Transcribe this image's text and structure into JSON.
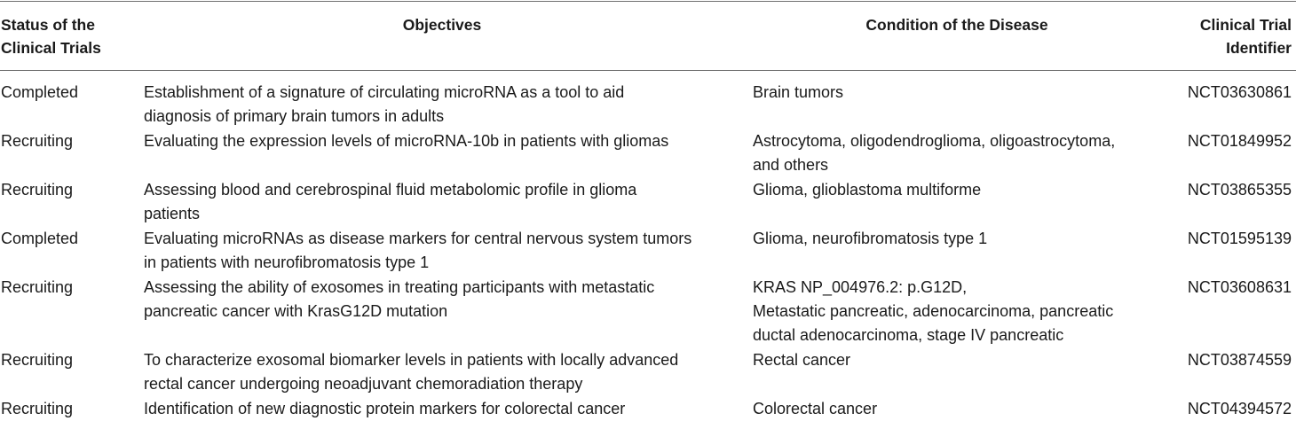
{
  "table": {
    "headers": [
      "Status of the\nClinical Trials",
      "Objectives",
      "Condition of the Disease",
      "Clinical Trial\nIdentifier"
    ],
    "rows": [
      {
        "status": "Completed",
        "objective": "Establishment of a signature of circulating microRNA as a tool to aid\ndiagnosis of primary brain tumors in adults",
        "condition": "Brain tumors",
        "identifier": "NCT03630861"
      },
      {
        "status": "Recruiting",
        "objective": "Evaluating the expression levels of microRNA-10b in patients with gliomas",
        "condition": "Astrocytoma, oligodendroglioma, oligoastrocytoma,\nand others",
        "identifier": "NCT01849952"
      },
      {
        "status": "Recruiting",
        "objective": "Assessing blood and cerebrospinal fluid metabolomic profile in glioma\npatients",
        "condition": "Glioma, glioblastoma multiforme",
        "identifier": "NCT03865355"
      },
      {
        "status": "Completed",
        "objective": "Evaluating microRNAs as disease markers for central nervous system tumors\nin patients with neurofibromatosis type 1",
        "condition": "Glioma, neurofibromatosis type 1",
        "identifier": "NCT01595139"
      },
      {
        "status": "Recruiting",
        "objective": "Assessing the ability of exosomes in treating participants with metastatic\npancreatic cancer with KrasG12D mutation",
        "condition": "KRAS NP_004976.2: p.G12D,\nMetastatic pancreatic, adenocarcinoma, pancreatic\nductal adenocarcinoma, stage IV pancreatic",
        "identifier": "NCT03608631"
      },
      {
        "status": "Recruiting",
        "objective": "To characterize exosomal biomarker levels in patients with locally advanced\nrectal cancer undergoing neoadjuvant chemoradiation therapy",
        "condition": "Rectal cancer",
        "identifier": "NCT03874559"
      },
      {
        "status": "Recruiting",
        "objective": "Identification of new diagnostic protein markers for colorectal cancer",
        "condition": "Colorectal cancer",
        "identifier": "NCT04394572"
      }
    ]
  }
}
